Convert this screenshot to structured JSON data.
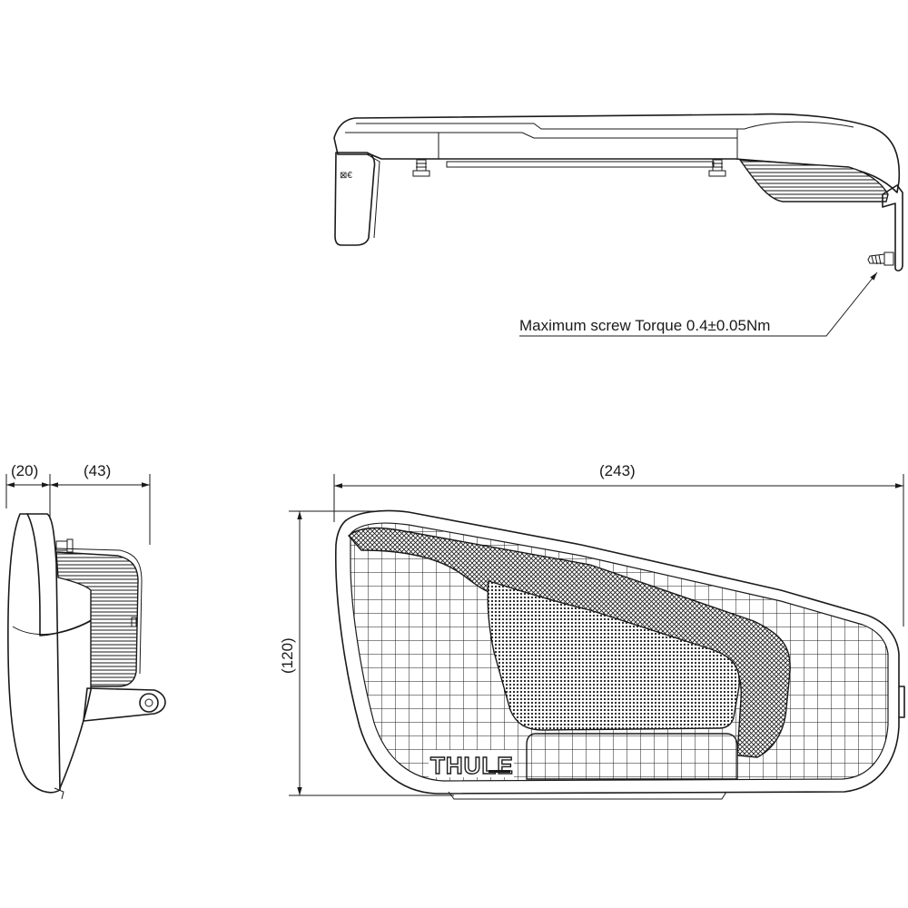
{
  "annotations": {
    "torque_note": "Maximum screw Torque 0.4±0.05Nm"
  },
  "dimensions": {
    "side_depth_a": "(20)",
    "side_depth_b": "(43)",
    "front_width": "(243)",
    "front_height": "(120)"
  },
  "branding": {
    "logo_text": "THULE"
  }
}
